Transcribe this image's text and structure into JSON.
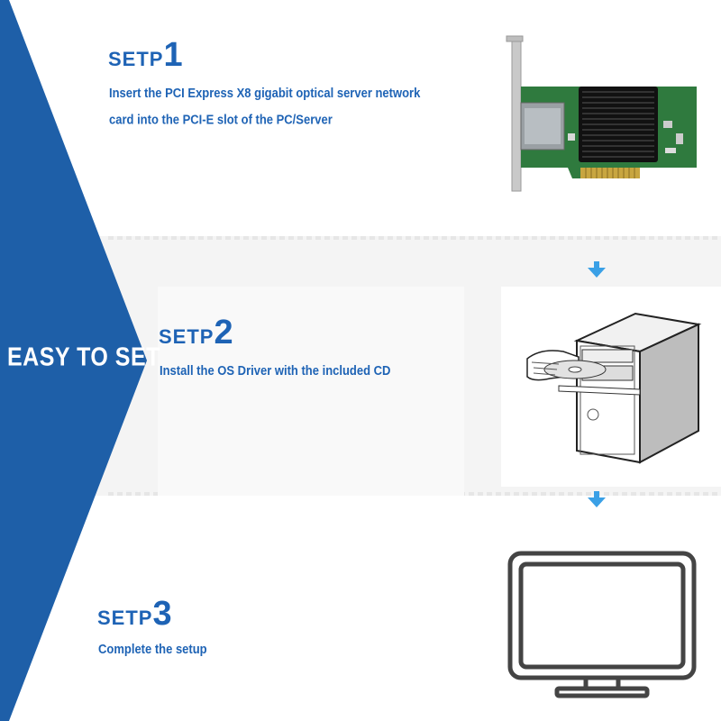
{
  "banner": {
    "label": "EASY TO SET"
  },
  "steps": [
    {
      "word": "SETP",
      "number": "1",
      "description_lines": [
        "Insert the PCI Express X8 gigabit optical server network",
        "card into the PCI-E slot of the PC/Server"
      ]
    },
    {
      "word": "SETP",
      "number": "2",
      "description_lines": [
        "Install the OS Driver with the included CD"
      ]
    },
    {
      "word": "SETP",
      "number": "3",
      "description_lines": [
        "Complete the setup"
      ]
    }
  ],
  "icons": {
    "network_card": "network-card-illustration",
    "pc_with_cd": "pc-cd-illustration",
    "monitor": "monitor-illustration",
    "arrow": "arrow-down-icon"
  },
  "colors": {
    "brand_blue": "#1e5fa8",
    "text_blue": "#1e63b5",
    "arrow_blue": "#3aa0e6",
    "pcb_green": "#2f7a3e"
  }
}
